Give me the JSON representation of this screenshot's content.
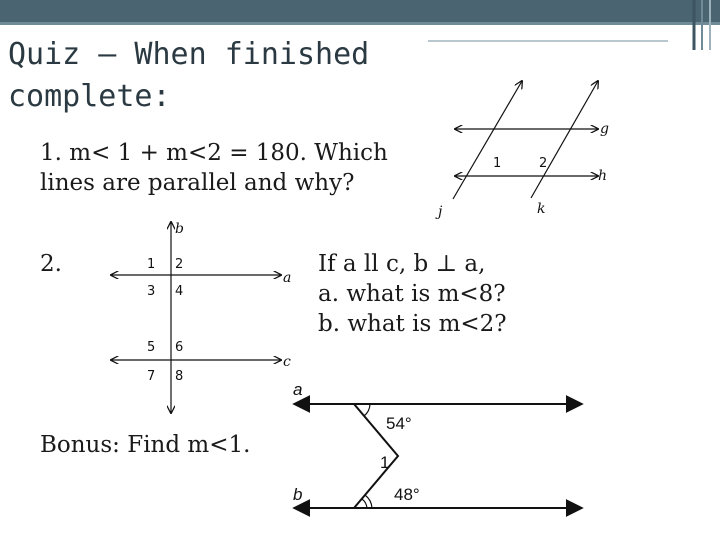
{
  "slide": {
    "title": "Quiz – When finished complete:",
    "question1": "1. m< 1 + m<2 = 180. Which lines are parallel and why?",
    "question2_number": "2.",
    "question2_lines": [
      "If a ll c, b ⊥ a,",
      "a. what is m<8?",
      "b. what is m<2?"
    ],
    "bonus": "Bonus: Find m<1."
  },
  "figure1": {
    "line_labels": {
      "g": "g",
      "h": "h",
      "j": "j",
      "k": "k"
    },
    "angle_labels": {
      "a1": "1",
      "a2": "2"
    }
  },
  "figure2": {
    "line_labels": {
      "a": "a",
      "b": "b",
      "c": "c"
    },
    "angle_labels": [
      "1",
      "2",
      "3",
      "4",
      "5",
      "6",
      "7",
      "8"
    ]
  },
  "figure3": {
    "line_labels": {
      "a": "a",
      "b": "b"
    },
    "angle_labels": {
      "top": "54°",
      "middle": "1",
      "bottom": "48°"
    }
  },
  "colors": {
    "header_bar": "#4a6471",
    "title_text": "#2b3a42"
  }
}
